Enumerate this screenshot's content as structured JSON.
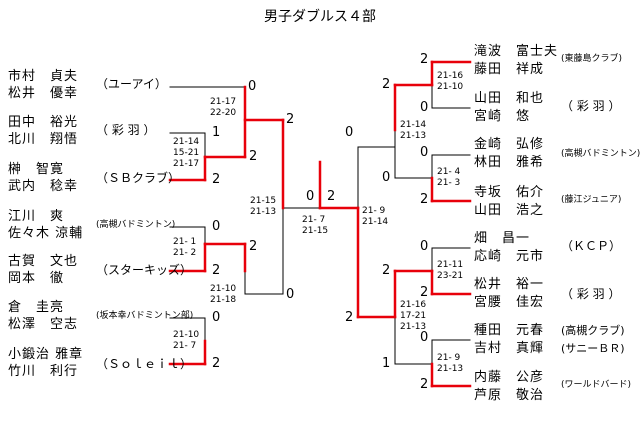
{
  "title": "男子ダブルス４部",
  "left": {
    "pairs": [
      {
        "p1": "市村　貞夫",
        "p2": "松井　優幸",
        "club": "（ユーアイ）"
      },
      {
        "p1": "田中　裕光",
        "p2": "北川　翔悟",
        "club": "（ 彩 羽 ）"
      },
      {
        "p1": "榊　智寛",
        "p2": "武内　稔幸",
        "club": "（ＳＢクラブ）"
      },
      {
        "p1": "江川　爽",
        "p2": "佐々木 涼輔",
        "club": "(高槻バドミントン)"
      },
      {
        "p1": "古賀　文也",
        "p2": "岡本　徹",
        "club": "（スターキッズ）"
      },
      {
        "p1": "倉　圭亮",
        "p2": "松澤　空志",
        "club": "(坂本幸バドミントン部)"
      },
      {
        "p1": "小鍛治 雅章",
        "p2": "竹川　利行",
        "club": "（Ｓｏｌｅｉｌ）"
      }
    ],
    "nums": {
      "p1": "0",
      "p2": "1",
      "p3": "2",
      "p4": "0",
      "p5": "2",
      "p6": "0",
      "p7": "2",
      "semi_top": "2",
      "semi_mid": "2",
      "semi_bot": "0",
      "m_top": "2",
      "m_bot": "0"
    },
    "scores": {
      "r1_23": [
        "21-14",
        "15-21",
        "21-17"
      ],
      "r1_45": [
        "21- 1",
        "21- 2"
      ],
      "r1_67": [
        "21-10",
        "21- 7"
      ],
      "semi_top": [
        "21-17",
        "22-20"
      ],
      "semi_bot": [
        "21-10",
        "21-18"
      ],
      "final": [
        "21-15",
        "21-13"
      ]
    }
  },
  "right": {
    "pairs": [
      {
        "p1": "滝波　富士夫",
        "p2": "藤田　祥成",
        "club": "(東藤島クラブ)"
      },
      {
        "p1": "山田　和也",
        "p2": "宮崎　悠",
        "club": "（ 彩 羽 ）"
      },
      {
        "p1": "金崎　弘修",
        "p2": "林田　雅希",
        "club": "(高槻バドミントン)"
      },
      {
        "p1": "寺坂　佑介",
        "p2": "山田　浩之",
        "club": "(藤江ジュニア)"
      },
      {
        "p1": "畑　昌一",
        "p2": "応崎　元市",
        "club": "（ＫＣＰ）"
      },
      {
        "p1": "松井　裕一",
        "p2": "宮腰　佳宏",
        "club": "（ 彩 羽 ）"
      },
      {
        "p1": "種田　元春",
        "p2": "吉村　真輝",
        "club": "(高槻クラブ)",
        "club2": "(サニーＢＲ)"
      },
      {
        "p1": "内藤　公彦",
        "p2": "芦原　敬治",
        "club": "(ワールドバード)"
      }
    ],
    "nums": {
      "p1": "2",
      "p2": "0",
      "p3": "0",
      "p4": "2",
      "p5": "0",
      "p6": "2",
      "p7": "0",
      "p8": "2",
      "q1": "2",
      "q2": "0",
      "q3": "2",
      "q4": "1",
      "semi_top": "0",
      "semi_bot": "2",
      "m_top": "2"
    },
    "scores": {
      "r1_12": [
        "21-16",
        "21-10"
      ],
      "r1_34": [
        "21- 4",
        "21- 3"
      ],
      "r1_56": [
        "21-11",
        "23-21"
      ],
      "r1_78": [
        "21- 9",
        "21-13"
      ],
      "q_top": [
        "21-14",
        "21-13"
      ],
      "q_bot": [
        "21-16",
        "17-21",
        "21-13"
      ],
      "final": [
        "21- 9",
        "21-14"
      ]
    }
  },
  "center": {
    "left_num": "0",
    "right_num": "2",
    "scores": [
      "21- 7",
      "21-15"
    ]
  }
}
